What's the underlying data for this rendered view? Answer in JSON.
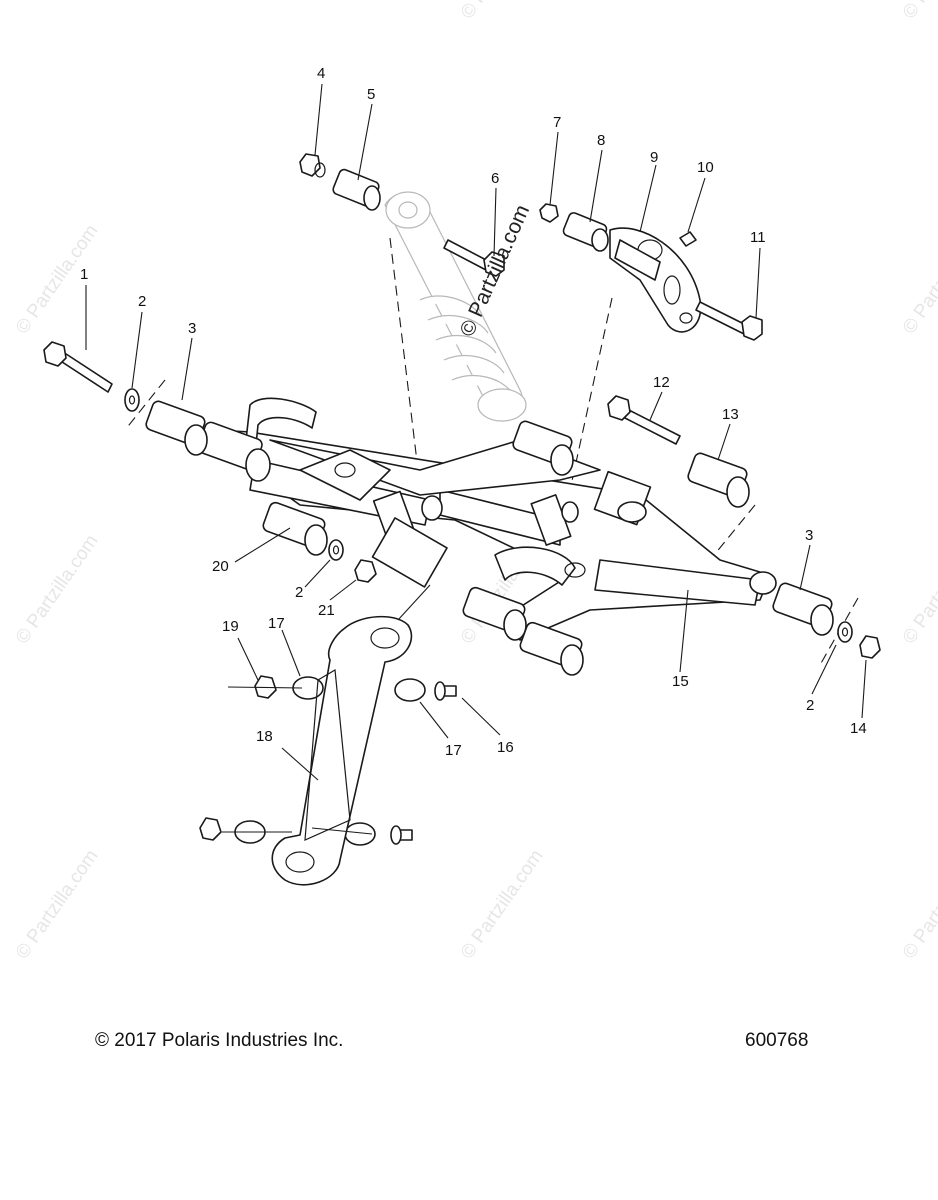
{
  "diagram": {
    "callouts": [
      {
        "id": "c1",
        "label": "1"
      },
      {
        "id": "c2a",
        "label": "2"
      },
      {
        "id": "c3a",
        "label": "3"
      },
      {
        "id": "c4",
        "label": "4"
      },
      {
        "id": "c5",
        "label": "5"
      },
      {
        "id": "c6",
        "label": "6"
      },
      {
        "id": "c7",
        "label": "7"
      },
      {
        "id": "c8",
        "label": "8"
      },
      {
        "id": "c9",
        "label": "9"
      },
      {
        "id": "c10",
        "label": "10"
      },
      {
        "id": "c11",
        "label": "11"
      },
      {
        "id": "c12",
        "label": "12"
      },
      {
        "id": "c13",
        "label": "13"
      },
      {
        "id": "c3b",
        "label": "3"
      },
      {
        "id": "c20",
        "label": "20"
      },
      {
        "id": "c2b",
        "label": "2"
      },
      {
        "id": "c21",
        "label": "21"
      },
      {
        "id": "c19",
        "label": "19"
      },
      {
        "id": "c17a",
        "label": "17"
      },
      {
        "id": "c15",
        "label": "15"
      },
      {
        "id": "c2c",
        "label": "2"
      },
      {
        "id": "c14",
        "label": "14"
      },
      {
        "id": "c16",
        "label": "16"
      },
      {
        "id": "c17b",
        "label": "17"
      },
      {
        "id": "c18",
        "label": "18"
      }
    ],
    "watermark_main": "© Partzilla.com",
    "watermark_faint": "© Partzilla.com"
  },
  "footer": {
    "copyright": "© 2017 Polaris Industries Inc.",
    "drawing_number": "600768"
  }
}
